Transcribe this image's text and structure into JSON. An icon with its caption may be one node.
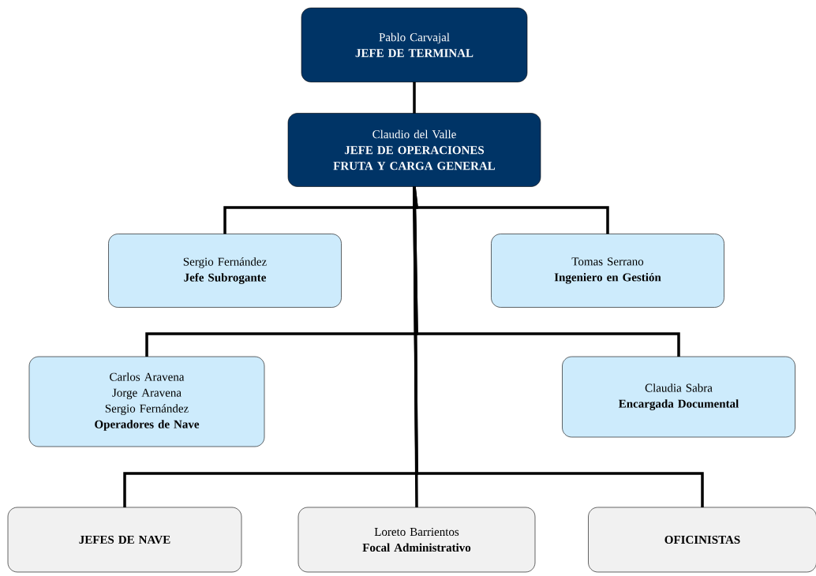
{
  "diagram": {
    "nodes": [
      {
        "text": [
          "Pablo Carvajal",
          "JEFE DE TERMINAL"
        ]
      },
      {
        "text": [
          "Claudio del Valle",
          "JEFE DE OPERACIONES FRUTA Y CARGA GENERAL"
        ]
      },
      {
        "text": [
          "Sergio Fernández",
          "Jefe Subrogante"
        ]
      },
      {
        "text": [
          "Tomas Serrano",
          "Ingeniero en Gestión"
        ]
      },
      {
        "text": [
          "Carlos Aravena",
          "Jorge Aravena",
          "Sergio Fernández",
          "Operadores de Nave"
        ]
      },
      {
        "text": [
          "Claudia Sabra",
          "Encargada Documental"
        ]
      },
      {
        "text": [
          "JEFES DE NAVE"
        ]
      },
      {
        "text": [
          "Loreto Barrientos",
          "Focal Administrativo"
        ]
      },
      {
        "text": [
          "OFICINISTAS"
        ]
      }
    ],
    "edges": [
      {
        "from": 0,
        "to": 1,
        "arrow": "none"
      },
      {
        "from": 1,
        "to": 2,
        "arrow": "none"
      },
      {
        "from": 1,
        "to": 3,
        "arrow": "none"
      },
      {
        "from": 1,
        "to": 4,
        "arrow": "none"
      },
      {
        "from": 1,
        "to": 5,
        "arrow": "none"
      },
      {
        "from": 1,
        "to": 6,
        "arrow": "none"
      },
      {
        "from": 1,
        "to": 7,
        "arrow": "none"
      },
      {
        "from": 1,
        "to": 8,
        "arrow": "none"
      }
    ]
  }
}
